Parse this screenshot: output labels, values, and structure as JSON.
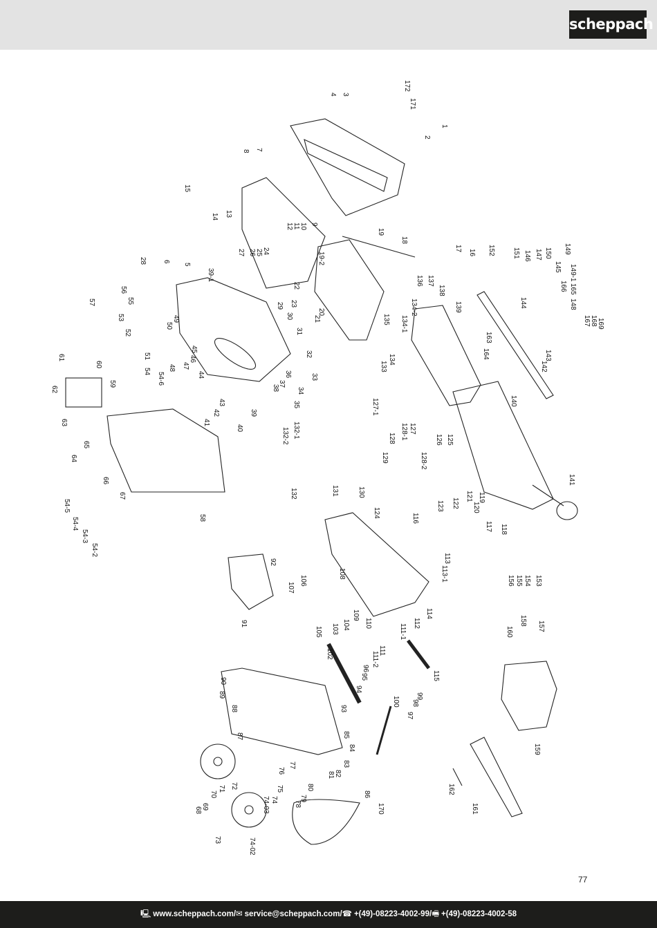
{
  "header": {
    "brand": "scheppach"
  },
  "page": {
    "number": "77"
  },
  "footer": {
    "website": "www.scheppach.com",
    "email": "service@scheppach.com",
    "phone": "+(49)-08223-4002-99",
    "fax": "+(49)-08223-4002-58",
    "separator": " / ",
    "website_icon": "computer-icon",
    "email_icon": "mail-icon",
    "phone_icon": "phone-icon",
    "fax_icon": "fax-icon"
  },
  "diagram": {
    "part_labels": [
      "1",
      "2",
      "3",
      "4",
      "5",
      "6",
      "7",
      "8",
      "9",
      "10",
      "11",
      "12",
      "13",
      "14",
      "15",
      "16",
      "17",
      "18",
      "19",
      "19-2",
      "20",
      "21",
      "22",
      "23",
      "24",
      "25",
      "26",
      "27",
      "28",
      "29",
      "30",
      "31",
      "32",
      "33",
      "34",
      "35",
      "36",
      "37",
      "38",
      "39",
      "39-1",
      "40",
      "41",
      "42",
      "43",
      "44",
      "45",
      "46",
      "47",
      "48",
      "49",
      "50",
      "51",
      "52",
      "53",
      "54",
      "54-2",
      "54-3",
      "54-4",
      "54-5",
      "54-6",
      "55",
      "56",
      "57",
      "58",
      "59",
      "60",
      "61",
      "62",
      "63",
      "64",
      "65",
      "66",
      "67",
      "68",
      "69",
      "70",
      "71",
      "72",
      "73",
      "74",
      "74-02",
      "74-03",
      "75",
      "76",
      "77",
      "78",
      "79",
      "80",
      "81",
      "82",
      "83",
      "84",
      "85",
      "86",
      "87",
      "88",
      "89",
      "90",
      "91",
      "92",
      "93",
      "94",
      "95",
      "96",
      "97",
      "98",
      "99",
      "100",
      "102",
      "103",
      "104",
      "105",
      "106",
      "107",
      "108",
      "109",
      "110",
      "111",
      "111-1",
      "111-2",
      "112",
      "113",
      "113-1",
      "114",
      "115",
      "116",
      "117",
      "118",
      "119",
      "120",
      "121",
      "122",
      "123",
      "124",
      "125",
      "126",
      "127",
      "127-1",
      "128",
      "128-1",
      "128-2",
      "129",
      "130",
      "131",
      "132",
      "132-1",
      "132-2",
      "133",
      "134",
      "134-1",
      "134-2",
      "135",
      "136",
      "137",
      "138",
      "139",
      "140",
      "141",
      "142",
      "143",
      "144",
      "145",
      "146",
      "147",
      "148",
      "149",
      "149-1",
      "150",
      "151",
      "152",
      "153",
      "154",
      "155",
      "156",
      "157",
      "158",
      "159",
      "160",
      "161",
      "162",
      "163",
      "164",
      "165",
      "166",
      "167",
      "168",
      "169",
      "170",
      "171",
      "172"
    ]
  }
}
